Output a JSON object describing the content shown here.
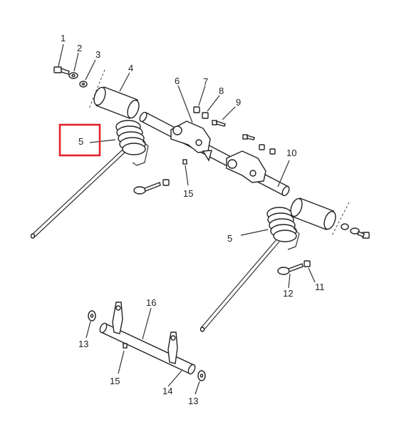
{
  "callouts": [
    {
      "id": "1",
      "text": "1"
    },
    {
      "id": "2",
      "text": "2"
    },
    {
      "id": "3",
      "text": "3"
    },
    {
      "id": "4",
      "text": "4"
    },
    {
      "id": "5a",
      "text": "5"
    },
    {
      "id": "6",
      "text": "6"
    },
    {
      "id": "7",
      "text": "7"
    },
    {
      "id": "8",
      "text": "8"
    },
    {
      "id": "9",
      "text": "9"
    },
    {
      "id": "10",
      "text": "10"
    },
    {
      "id": "15a",
      "text": "15"
    },
    {
      "id": "5b",
      "text": "5"
    },
    {
      "id": "11",
      "text": "11"
    },
    {
      "id": "12",
      "text": "12"
    },
    {
      "id": "16",
      "text": "16"
    },
    {
      "id": "13a",
      "text": "13"
    },
    {
      "id": "15b",
      "text": "15"
    },
    {
      "id": "14",
      "text": "14"
    },
    {
      "id": "13b",
      "text": "13"
    }
  ],
  "highlight": {
    "color": "#e0242a",
    "target": "5"
  }
}
